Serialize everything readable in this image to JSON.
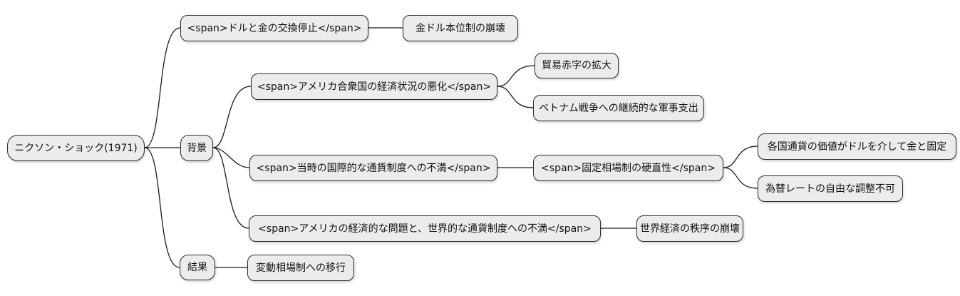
{
  "diagram": {
    "type": "mindmap",
    "nodes": {
      "root": {
        "label": "ニクソン・ショック(1971)"
      },
      "background": {
        "label": "背景"
      },
      "result": {
        "label": "結果"
      },
      "dollar_gold_stop": {
        "label": "<span>ドルと金の交換停止</span>"
      },
      "gold_standard_collapse": {
        "label": "金ドル本位制の崩壊"
      },
      "us_economic_decline": {
        "label": "<span>アメリカ合衆国の経済状況の悪化</span>"
      },
      "trade_deficit": {
        "label": "貿易赤字の拡大"
      },
      "vietnam_spending": {
        "label": "ベトナム戦争への継続的な軍事支出"
      },
      "currency_system_discontent": {
        "label": "<span>当時の国際的な通貨制度への不満</span>"
      },
      "fixed_rate_rigidity": {
        "label": "<span>固定相場制の硬直性</span>"
      },
      "pegged_to_gold": {
        "label": "各国通貨の価値がドルを介して金と固定"
      },
      "no_free_adjustment": {
        "label": "為替レートの自由な調整不可"
      },
      "us_problems_global_discontent": {
        "label": "<span>アメリカの経済的な問題と、世界的な通貨制度への不満</span>"
      },
      "world_order_collapse": {
        "label": "世界経済の秩序の崩壊"
      },
      "floating_rate_shift": {
        "label": "変動相場制への移行"
      }
    },
    "edges": [
      [
        "root",
        "dollar_gold_stop"
      ],
      [
        "root",
        "background"
      ],
      [
        "root",
        "result"
      ],
      [
        "dollar_gold_stop",
        "gold_standard_collapse"
      ],
      [
        "background",
        "us_economic_decline"
      ],
      [
        "background",
        "currency_system_discontent"
      ],
      [
        "background",
        "us_problems_global_discontent"
      ],
      [
        "us_economic_decline",
        "trade_deficit"
      ],
      [
        "us_economic_decline",
        "vietnam_spending"
      ],
      [
        "currency_system_discontent",
        "fixed_rate_rigidity"
      ],
      [
        "fixed_rate_rigidity",
        "pegged_to_gold"
      ],
      [
        "fixed_rate_rigidity",
        "no_free_adjustment"
      ],
      [
        "us_problems_global_discontent",
        "world_order_collapse"
      ],
      [
        "result",
        "floating_rate_shift"
      ]
    ],
    "colors": {
      "node_fill": "#ececec",
      "node_border": "#2b2b2b",
      "edge": "#1a1a1a",
      "text": "#111111",
      "background": "#ffffff"
    }
  }
}
